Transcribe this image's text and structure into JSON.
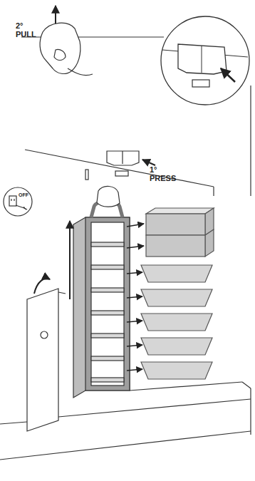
{
  "diagram": {
    "nodes": [
      {
        "text": [
          "OFF"
        ]
      }
    ],
    "edges": [],
    "labels": [
      "2° PULL",
      "1° PRESS"
    ]
  }
}
